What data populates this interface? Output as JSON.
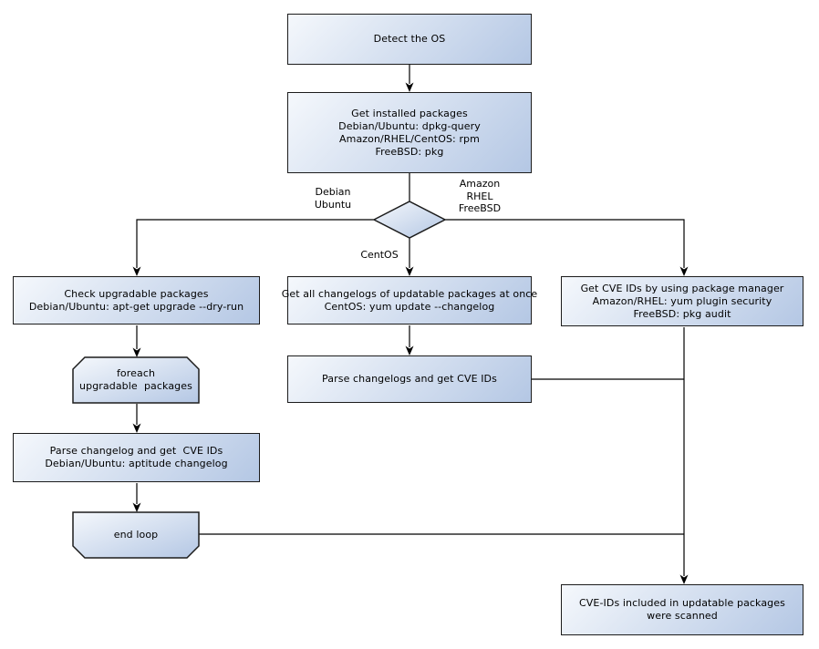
{
  "diagram": {
    "background": "#ffffff",
    "colors": {
      "node_fill_start": "#f5f8fc",
      "node_fill_end": "#b4c7e4",
      "node_border": "#1c1c1c",
      "connector": "#000000",
      "text": "#000000"
    },
    "nodes": {
      "detect_os": {
        "label": "Detect the OS"
      },
      "get_installed_packages": {
        "label": "Get installed packages\nDebian/Ubuntu: dpkg-query\nAmazon/RHEL/CentOS: rpm\nFreeBSD: pkg"
      },
      "check_upgradable": {
        "label": "Check upgradable packages\nDebian/Ubuntu: apt-get upgrade --dry-run"
      },
      "foreach_loop_start": {
        "label": "foreach\nupgradable  packages"
      },
      "parse_changelog_left": {
        "label": "Parse changelog and get  CVE IDs\nDebian/Ubuntu: aptitude changelog"
      },
      "end_loop": {
        "label": "end loop"
      },
      "get_all_changelogs": {
        "label": "Get all changelogs of updatable packages at once\nCentOS: yum update --changelog"
      },
      "parse_changelogs_mid": {
        "label": "Parse changelogs and get CVE IDs"
      },
      "get_cve_ids_pkg_mgr": {
        "label": "Get CVE IDs by using package manager\nAmazon/RHEL: yum plugin security\nFreeBSD: pkg audit"
      },
      "scanned_result": {
        "label": "CVE-IDs included in updatable packages\nwere scanned"
      }
    },
    "edge_labels": {
      "left_branch": "Debian\nUbuntu",
      "right_branch": "Amazon\nRHEL\nFreeBSD",
      "down_branch": "CentOS"
    }
  }
}
